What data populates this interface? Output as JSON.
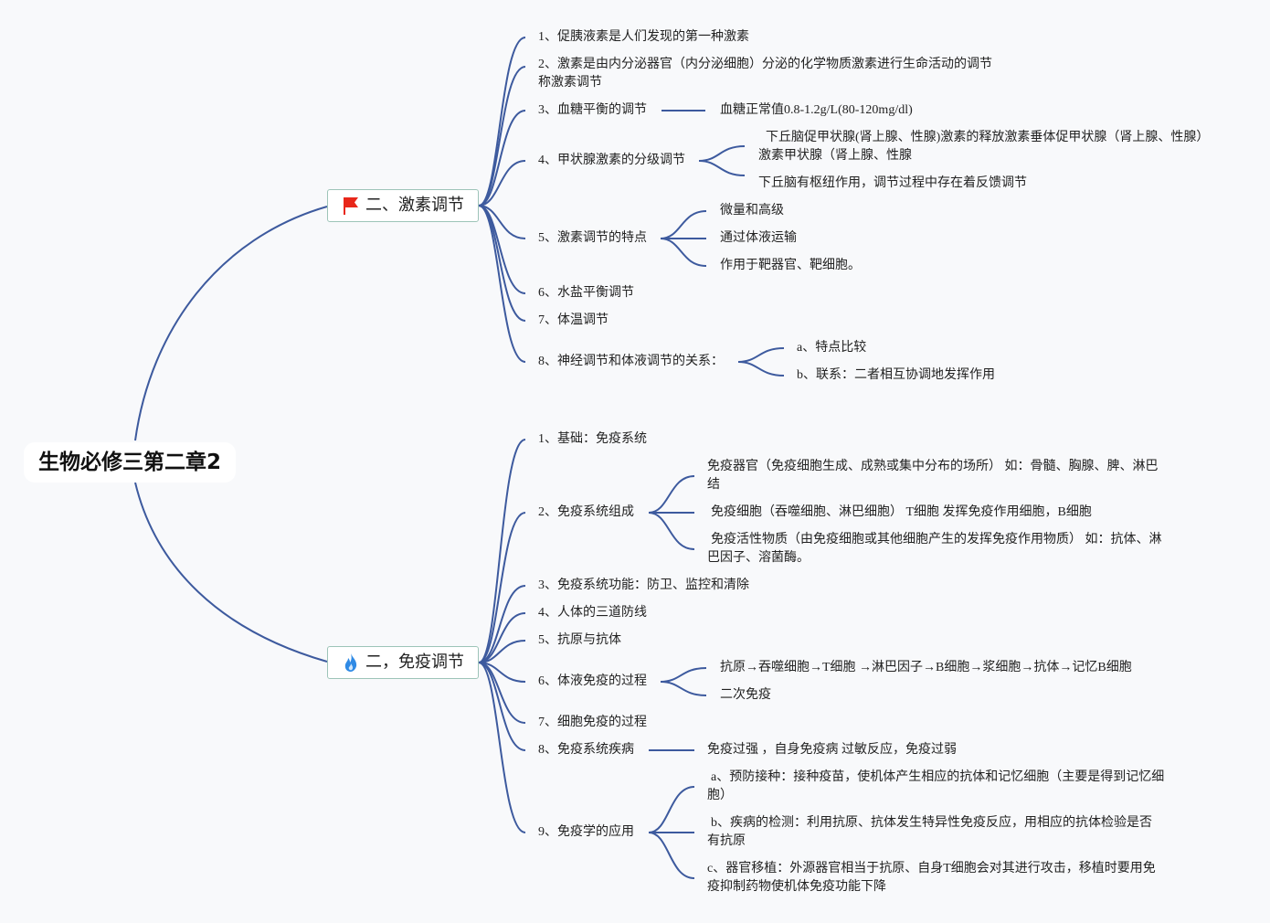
{
  "root": {
    "title": "生物必修三第二章2"
  },
  "branches": [
    {
      "label": "二、激素调节",
      "icon": "flag-icon",
      "icon_color": "#e8271a",
      "children": [
        {
          "label": "1、促胰液素是人们发现的第一种激素"
        },
        {
          "label": "2、激素是由内分泌器官（内分泌细胞）分泌的化学物质激素进行生命活动的调节称激素调节"
        },
        {
          "label": "3、血糖平衡的调节",
          "sub": [
            "血糖正常值0.8-1.2g/L(80-120mg/dl)"
          ]
        },
        {
          "label": "4、甲状腺激素的分级调节",
          "sub": [
            "下丘脑促甲状腺(肾上腺、性腺)激素的释放激素垂体促甲状腺（肾上腺、性腺）激素甲状腺（肾上腺、性腺",
            "下丘脑有枢纽作用，调节过程中存在着反馈调节"
          ]
        },
        {
          "label": "5、激素调节的特点",
          "sub": [
            "微量和高级",
            "通过体液运输",
            "作用于靶器官、靶细胞。"
          ]
        },
        {
          "label": "6、水盐平衡调节"
        },
        {
          "label": "7、体温调节"
        },
        {
          "label": "8、神经调节和体液调节的关系：",
          "sub": [
            "a、特点比较",
            "b、联系：二者相互协调地发挥作用"
          ]
        }
      ]
    },
    {
      "label": "二，免疫调节",
      "icon": "fire-icon",
      "icon_color": "#2f8ae5",
      "children": [
        {
          "label": "1、基础：免疫系统"
        },
        {
          "label": "2、免疫系统组成",
          "sub": [
            "免疫器官（免疫细胞生成、成熟或集中分布的场所） 如：骨髓、胸腺、脾、淋巴结",
            "免疫细胞（吞噬细胞、淋巴细胞） T细胞 发挥免疫作用细胞，B细胞",
            "免疫活性物质（由免疫细胞或其他细胞产生的发挥免疫作用物质） 如：抗体、淋巴因子、溶菌酶。"
          ]
        },
        {
          "label": "3、免疫系统功能：防卫、监控和清除"
        },
        {
          "label": "4、人体的三道防线"
        },
        {
          "label": "5、抗原与抗体"
        },
        {
          "label": "6、体液免疫的过程",
          "sub": [
            "抗原→吞噬细胞→T细胞 →淋巴因子→B细胞→浆细胞→抗体→记忆B细胞",
            "二次免疫"
          ]
        },
        {
          "label": "7、细胞免疫的过程"
        },
        {
          "label": "8、免疫系统疾病",
          "sub": [
            "免疫过强 ，自身免疫病 过敏反应，免疫过弱"
          ]
        },
        {
          "label": "9、免疫学的应用",
          "sub": [
            "a、预防接种：接种疫苗，使机体产生相应的抗体和记忆细胞（主要是得到记忆细胞）",
            "b、疾病的检测：利用抗原、抗体发生特异性免疫反应，用相应的抗体检验是否有抗原",
            "c、器官移植：外源器官相当于抗原、自身T细胞会对其进行攻击，移植时要用免疫抑制药物使机体免疫功能下降"
          ]
        }
      ]
    }
  ],
  "colors": {
    "line": "#3d5a9e",
    "branch_border": "#9dc4b8",
    "background": "#f8f9fb"
  }
}
